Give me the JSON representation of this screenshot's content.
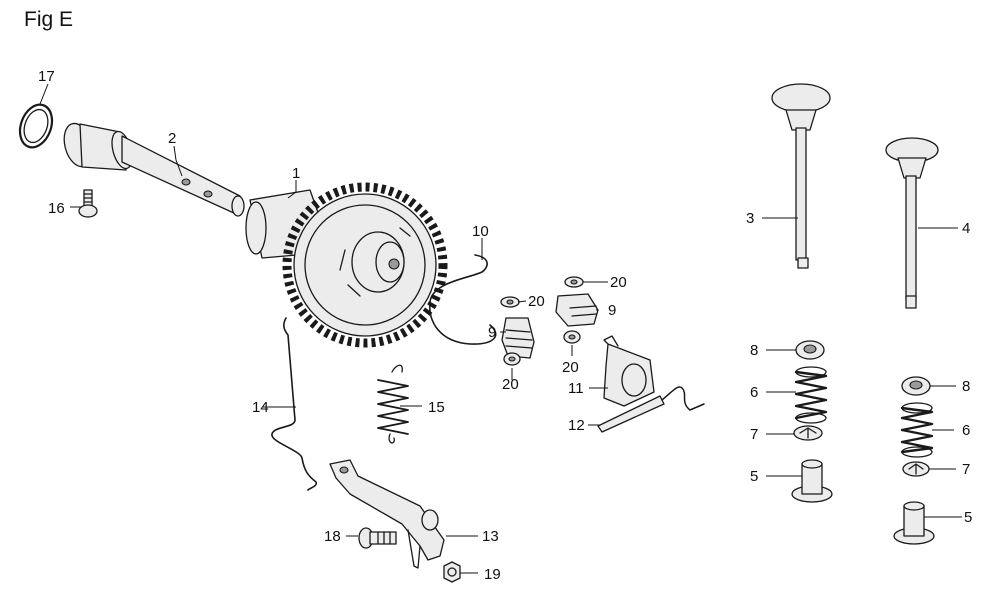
{
  "figure": {
    "title": "Fig E"
  },
  "labels": {
    "p1": "1",
    "p2": "2",
    "p3": "3",
    "p4": "4",
    "p5a": "5",
    "p5b": "5",
    "p6a": "6",
    "p6b": "6",
    "p7a": "7",
    "p7b": "7",
    "p8a": "8",
    "p8b": "8",
    "p9a": "9",
    "p9b": "9",
    "p10": "10",
    "p11": "11",
    "p12": "12",
    "p13": "13",
    "p14": "14",
    "p15": "15",
    "p16": "16",
    "p17": "17",
    "p18": "18",
    "p19": "19",
    "p20a": "20",
    "p20b": "20",
    "p20c": "20",
    "p20d": "20"
  }
}
